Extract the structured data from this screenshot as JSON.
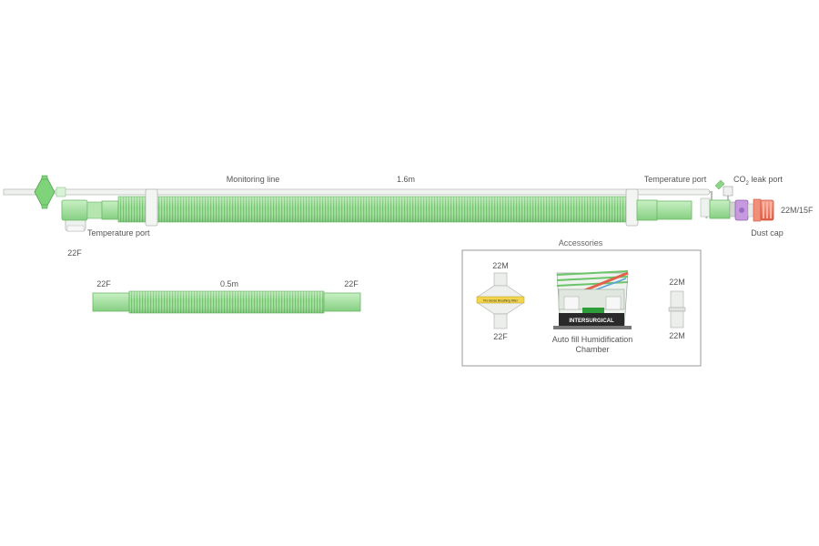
{
  "labels": {
    "monitoring_line": "Monitoring line",
    "length_main": "1.6m",
    "temperature_port_right": "Temperature port",
    "co2_prefix": "CO",
    "co2_sub": "2",
    "co2_suffix": " leak port",
    "connector_right": "22M/15F",
    "dust_cap": "Dust cap",
    "temperature_port_left": "Temperature port",
    "connector_left": "22F",
    "short_left": "22F",
    "short_length": "0.5m",
    "short_right": "22F"
  },
  "accessories": {
    "heading": "Accessories",
    "filter_top": "22M",
    "filter_bottom": "22F",
    "filter_band": "Pro-Sense Breathing Filter",
    "chamber_line1": "Auto fill Humidification",
    "chamber_line2": "Chamber",
    "chamber_brand": "INTERSURGICAL",
    "adapter_top": "22M",
    "adapter_bottom": "22M"
  },
  "colors": {
    "tube_green": "#9fdc9a",
    "tube_dark": "#6cc46a",
    "connector_red": "#f07a63",
    "purple": "#b07ad0"
  }
}
